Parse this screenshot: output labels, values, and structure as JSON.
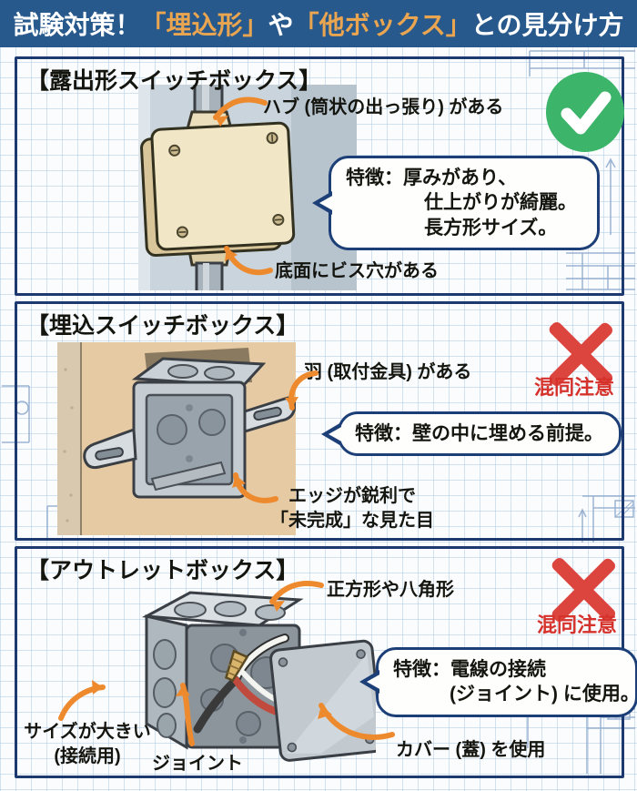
{
  "header": {
    "prefix": "試験対策！",
    "highlight1": "「埋込形」",
    "middle": "や",
    "highlight2": "「他ボックス」",
    "suffix": "との見分け方"
  },
  "panel1": {
    "title": "【露出形スイッチボックス】",
    "label_hub": "ハブ (筒状の出っ張り) がある",
    "bubble_line1": "特徴：厚みがあり、",
    "bubble_line2": "仕上がりが綺麗。",
    "bubble_line3": "長方形サイズ。",
    "label_bottom": "底面にビス穴がある",
    "status": "ok"
  },
  "panel2": {
    "title": "【埋込スイッチボックス】",
    "label_wing": "羽 (取付金具) がある",
    "caution": "混同注意",
    "bubble": "特徴：壁の中に埋める前提。",
    "label_edge_line1": "エッジが鋭利で",
    "label_edge_line2": "「未完成」な見た目",
    "status": "caution"
  },
  "panel3": {
    "title": "【アウトレットボックス】",
    "label_shape": "正方形や八角形",
    "caution": "混同注意",
    "bubble_line1": "特徴：電線の接続",
    "bubble_line2": "(ジョイント) に使用。",
    "label_size_line1": "サイズが大きい",
    "label_size_line2": "(接続用)",
    "label_joint": "ジョイント",
    "label_cover": "カバー (蓋) を使用",
    "status": "caution"
  },
  "icons": {
    "ok": "check-icon",
    "caution": "x-icon",
    "pointer": "orange-arrow-icon"
  },
  "colors": {
    "header_bg": "#28598C",
    "header_highlight": "#E9A550",
    "panel_border": "#1C3A70",
    "bubble_border": "#1C3F78",
    "arrow_orange": "#EE8A2E",
    "check_green": "#3CB469",
    "cross_red": "#DC453E",
    "caution_red": "#D6322C",
    "grid_blue": "#AAC6E2"
  }
}
